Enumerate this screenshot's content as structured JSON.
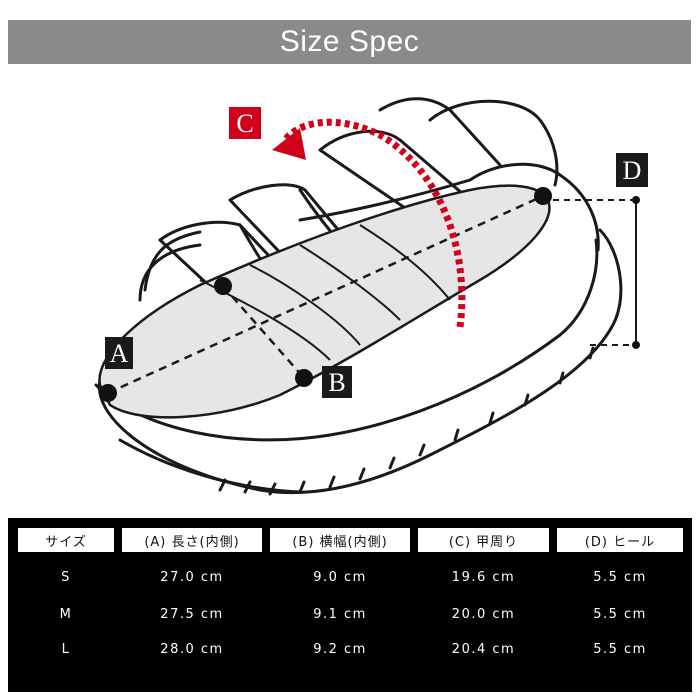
{
  "title": "Size Spec",
  "labels": {
    "a": "A",
    "b": "B",
    "c": "C",
    "d": "D"
  },
  "colors": {
    "title_bar": "#8a8a8a",
    "sole": "#e6e6e6",
    "arrow": "#d0021b",
    "table_bg": "#000000"
  },
  "table": {
    "headers": [
      "サイズ",
      "(A) 長さ(内側)",
      "(B) 横幅(内側)",
      "(C) 甲周り",
      "(D) ヒール"
    ],
    "rows": [
      [
        "S",
        "27.0 cm",
        "9.0 cm",
        "19.6 cm",
        "5.5 cm"
      ],
      [
        "M",
        "27.5 cm",
        "9.1 cm",
        "20.0 cm",
        "5.5 cm"
      ],
      [
        "L",
        "28.0 cm",
        "9.2 cm",
        "20.4 cm",
        "5.5 cm"
      ]
    ]
  }
}
